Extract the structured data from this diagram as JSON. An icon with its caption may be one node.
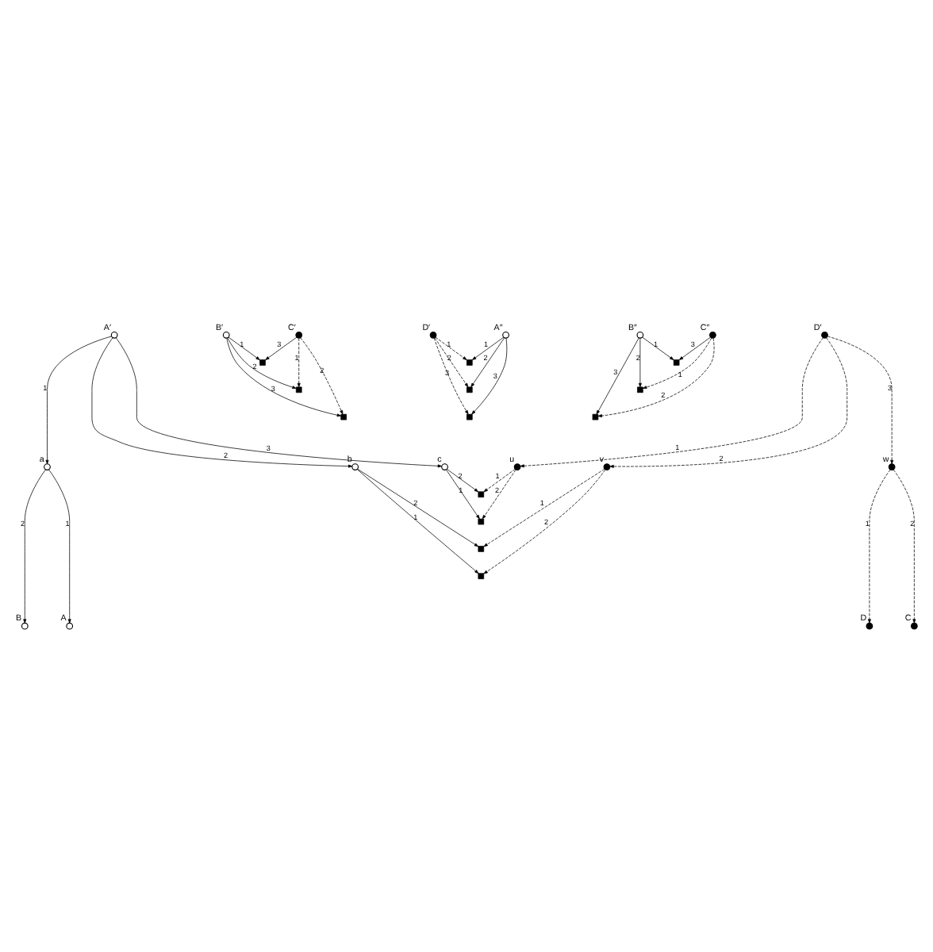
{
  "diagram": {
    "nodes": [
      {
        "text": [
          "A′"
        ]
      },
      {
        "text": [
          "B′"
        ]
      },
      {
        "text": [
          "C′"
        ]
      },
      {
        "text": [
          "D′"
        ]
      },
      {
        "text": [
          "A″"
        ]
      },
      {
        "text": [
          "B″"
        ]
      },
      {
        "text": [
          "C″"
        ]
      },
      {
        "text": [
          "D′"
        ]
      },
      {
        "text": [],
        "shape": "box"
      },
      {
        "text": [],
        "shape": "box"
      },
      {
        "text": [],
        "shape": "box"
      },
      {
        "text": [],
        "shape": "box"
      },
      {
        "text": [],
        "shape": "box"
      },
      {
        "text": [],
        "shape": "box"
      },
      {
        "text": [],
        "shape": "box"
      },
      {
        "text": [],
        "shape": "box"
      },
      {
        "text": [],
        "shape": "box"
      },
      {
        "text": [
          "a"
        ]
      },
      {
        "text": [
          "b"
        ]
      },
      {
        "text": [
          "c"
        ]
      },
      {
        "text": [
          "u"
        ]
      },
      {
        "text": [
          "v"
        ]
      },
      {
        "text": [
          "w"
        ]
      },
      {
        "text": [],
        "shape": "box"
      },
      {
        "text": [],
        "shape": "box"
      },
      {
        "text": [],
        "shape": "box"
      },
      {
        "text": [],
        "shape": "box"
      },
      {
        "text": [
          "A"
        ]
      },
      {
        "text": [
          "B"
        ]
      },
      {
        "text": [
          "C"
        ]
      },
      {
        "text": [
          "D"
        ]
      }
    ],
    "edges": [
      {
        "from": 1,
        "to": 8,
        "arrow": "to",
        "label": "1"
      },
      {
        "from": 1,
        "to": 9,
        "arrow": "to",
        "label": "2"
      },
      {
        "from": 1,
        "to": 10,
        "arrow": "to",
        "label": "3"
      },
      {
        "from": 2,
        "to": 8,
        "arrow": "to",
        "label": "3"
      },
      {
        "from": 2,
        "to": 9,
        "arrow": "to",
        "label": "1",
        "style": "dashed"
      },
      {
        "from": 2,
        "to": 10,
        "arrow": "to",
        "label": "2",
        "style": "dashed"
      },
      {
        "from": 3,
        "to": 11,
        "arrow": "to",
        "label": "1",
        "style": "dashed"
      },
      {
        "from": 3,
        "to": 12,
        "arrow": "to",
        "label": "2",
        "style": "dashed"
      },
      {
        "from": 3,
        "to": 13,
        "arrow": "to",
        "label": "3",
        "style": "dashed"
      },
      {
        "from": 4,
        "to": 11,
        "arrow": "to",
        "label": "1"
      },
      {
        "from": 4,
        "to": 12,
        "arrow": "to",
        "label": "2"
      },
      {
        "from": 4,
        "to": 13,
        "arrow": "to",
        "label": "3"
      },
      {
        "from": 5,
        "to": 14,
        "arrow": "to",
        "label": "1"
      },
      {
        "from": 5,
        "to": 15,
        "arrow": "to",
        "label": "2"
      },
      {
        "from": 5,
        "to": 16,
        "arrow": "to",
        "label": "3"
      },
      {
        "from": 6,
        "to": 14,
        "arrow": "to",
        "label": "3"
      },
      {
        "from": 6,
        "to": 15,
        "arrow": "to",
        "label": "1",
        "style": "dashed"
      },
      {
        "from": 6,
        "to": 16,
        "arrow": "to",
        "label": "2",
        "style": "dashed"
      },
      {
        "from": 0,
        "to": 17,
        "arrow": "to",
        "label": "1"
      },
      {
        "from": 0,
        "to": 18,
        "arrow": "to",
        "label": "2"
      },
      {
        "from": 0,
        "to": 19,
        "arrow": "to",
        "label": "3"
      },
      {
        "from": 7,
        "to": 20,
        "arrow": "to",
        "label": "1",
        "style": "dashed"
      },
      {
        "from": 7,
        "to": 21,
        "arrow": "to",
        "label": "2",
        "style": "dashed"
      },
      {
        "from": 7,
        "to": 22,
        "arrow": "to",
        "label": "3",
        "style": "dashed"
      },
      {
        "from": 19,
        "to": 23,
        "arrow": "to",
        "label": "2"
      },
      {
        "from": 20,
        "to": 23,
        "arrow": "to",
        "label": "1",
        "style": "dashed"
      },
      {
        "from": 19,
        "to": 24,
        "arrow": "to",
        "label": "1"
      },
      {
        "from": 20,
        "to": 24,
        "arrow": "to",
        "label": "2",
        "style": "dashed"
      },
      {
        "from": 18,
        "to": 25,
        "arrow": "to",
        "label": "2"
      },
      {
        "from": 21,
        "to": 25,
        "arrow": "to",
        "label": "1",
        "style": "dashed"
      },
      {
        "from": 18,
        "to": 26,
        "arrow": "to",
        "label": "1"
      },
      {
        "from": 21,
        "to": 26,
        "arrow": "to",
        "label": "2",
        "style": "dashed"
      },
      {
        "from": 17,
        "to": 27,
        "arrow": "to",
        "label": "1"
      },
      {
        "from": 17,
        "to": 28,
        "arrow": "to",
        "label": "2"
      },
      {
        "from": 22,
        "to": 29,
        "arrow": "to",
        "label": "2",
        "style": "dashed"
      },
      {
        "from": 22,
        "to": 30,
        "arrow": "to",
        "label": "1",
        "style": "dashed"
      }
    ]
  }
}
